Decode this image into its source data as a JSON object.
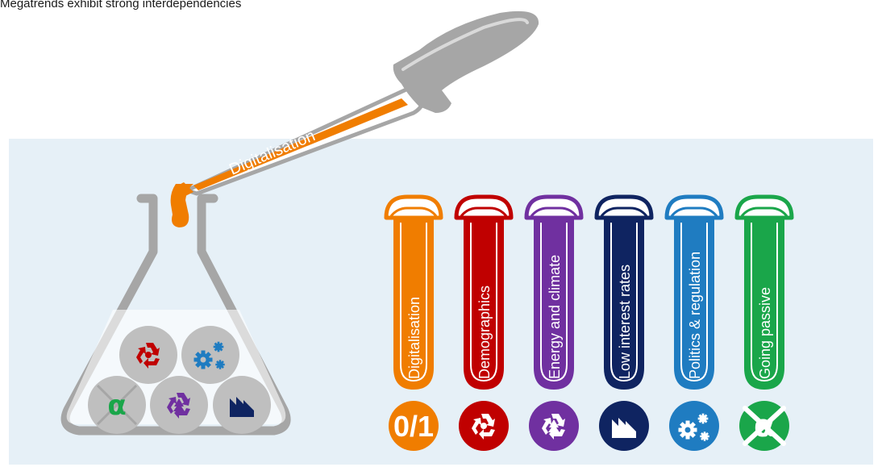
{
  "title": "Megatrends exhibit strong interdependencies",
  "pipette_label": "Digitalisation",
  "tubes": [
    {
      "label": "Digitalisation",
      "color": "#f07d00",
      "icon": "binary-01-icon",
      "icon_text": "0/1"
    },
    {
      "label": "Demographics",
      "color": "#c00000",
      "icon": "people-recycle-icon",
      "icon_text": ""
    },
    {
      "label": "Energy and climate",
      "color": "#7030a0",
      "icon": "tree-recycle-icon",
      "icon_text": ""
    },
    {
      "label": "Low interest rates",
      "color": "#0f2461",
      "icon": "declining-chart-icon",
      "icon_text": ""
    },
    {
      "label": "Politics & regulation",
      "color": "#1f7cc1",
      "icon": "gears-icon",
      "icon_text": ""
    },
    {
      "label": "Going passive",
      "color": "#1aa64a",
      "icon": "crossed-alpha-icon",
      "icon_text": ""
    }
  ],
  "flask_icons": [
    "people-recycle-icon",
    "gears-icon",
    "crossed-alpha-icon",
    "tree-recycle-icon",
    "declining-chart-icon"
  ],
  "colors": {
    "panel": "#e6f0f7",
    "glass": "#a6a6a6",
    "orange": "#f07d00",
    "circle_grey": "#bfbfbf"
  }
}
